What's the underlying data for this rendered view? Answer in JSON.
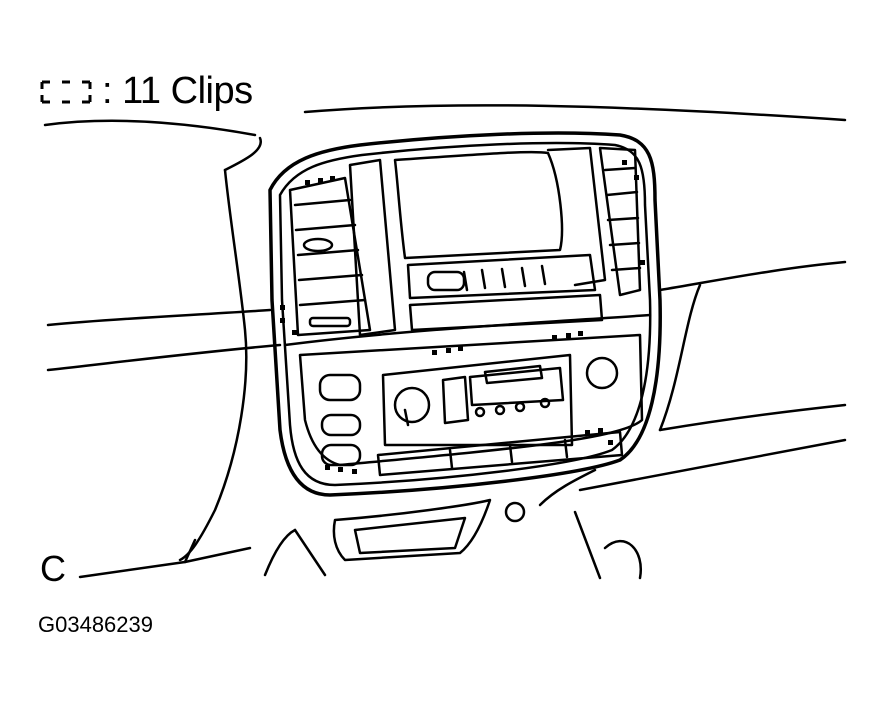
{
  "legend": {
    "symbol": "dashed-rectangle-clip-symbol",
    "text": ": 11 Clips"
  },
  "view_label": "C",
  "figure_id": "G03486239",
  "diagram": {
    "subject": "Instrument panel center cluster with display, air vents, audio/climate controls",
    "colors": {
      "line": "#000000",
      "background": "#ffffff"
    }
  }
}
